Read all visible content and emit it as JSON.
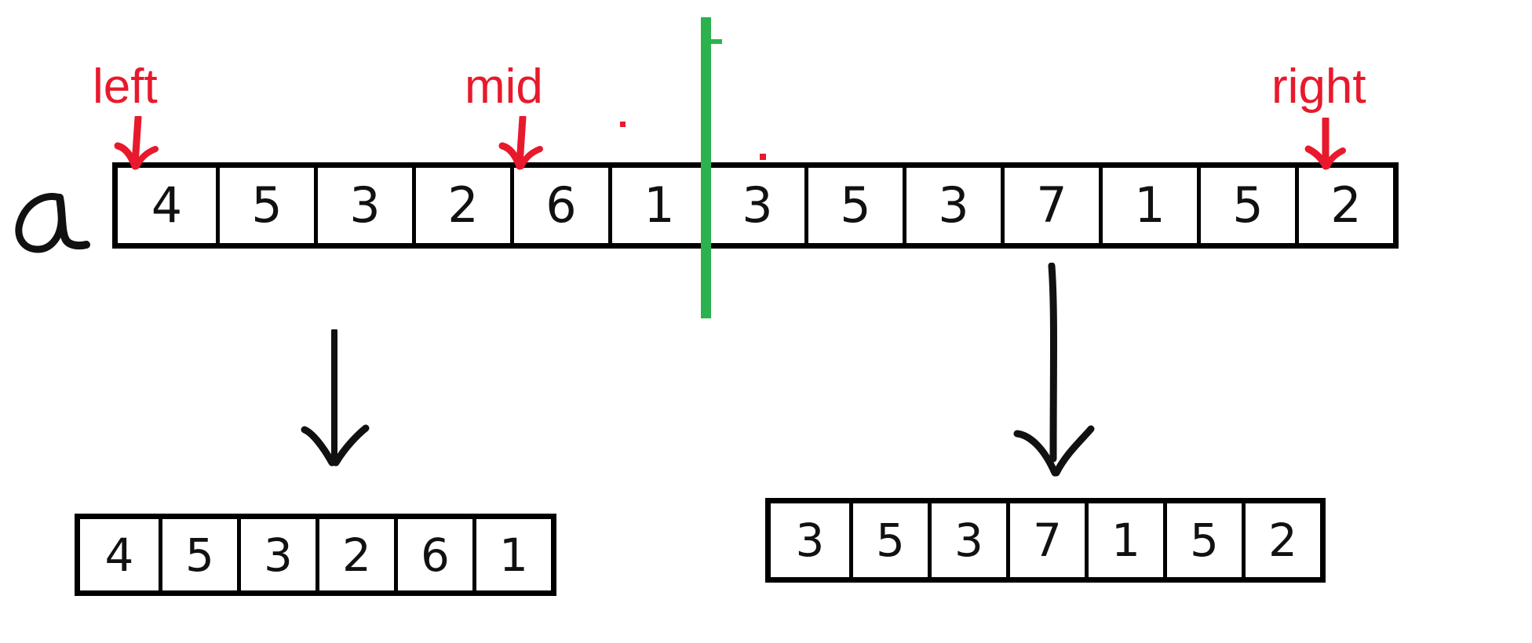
{
  "diagram": {
    "title_label": "a",
    "accent_colors": {
      "pointer_red": "#E8192C",
      "split_green": "#2CB24C",
      "ink_black": "#111111"
    },
    "main_array": {
      "name": "a",
      "values": [
        "4",
        "5",
        "3",
        "2",
        "6",
        "1",
        "3",
        "5",
        "3",
        "7",
        "1",
        "5",
        "2"
      ],
      "split_after_index": 5
    },
    "pointers": [
      {
        "label": "left",
        "target_index": 0
      },
      {
        "label": "mid",
        "target_index": 5
      },
      {
        "label": "right",
        "target_index": 12
      }
    ],
    "left_sub_array": {
      "values": [
        "4",
        "5",
        "3",
        "2",
        "6",
        "1"
      ]
    },
    "right_sub_array": {
      "values": [
        "3",
        "5",
        "3",
        "7",
        "1",
        "5",
        "2"
      ]
    }
  }
}
